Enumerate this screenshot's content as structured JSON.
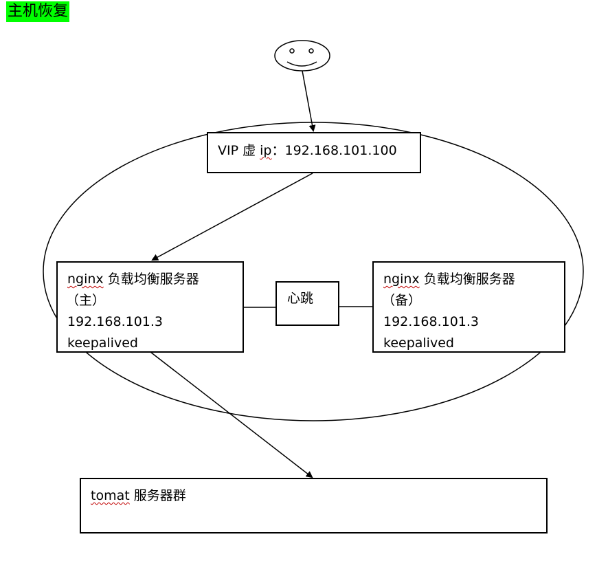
{
  "heading": "主机恢复",
  "vip_box": {
    "prefix": "VIP 虚 ",
    "ip_word": "ip",
    "suffix": "：192.168.101.100"
  },
  "master_box": {
    "line1_word": "nginx",
    "line1_rest": " 负载均衡服务器",
    "line2": "（主）",
    "line3": "192.168.101.3",
    "line4": "keepalived"
  },
  "backup_box": {
    "line1_word": "nginx",
    "line1_rest": " 负载均衡服务器",
    "line2": "（备）",
    "line3": "192.168.101.3",
    "line4": "keepalived"
  },
  "heartbeat_label": "心跳",
  "tomcat_box": {
    "word": "tomat",
    "rest": " 服务器群"
  },
  "icons": {
    "user": "smiley-face-icon"
  }
}
